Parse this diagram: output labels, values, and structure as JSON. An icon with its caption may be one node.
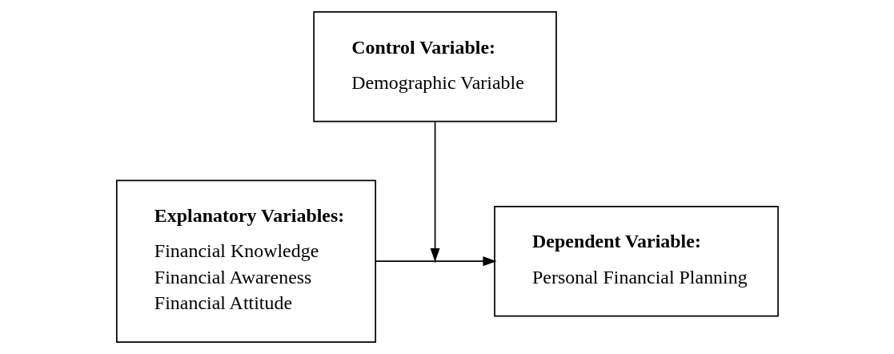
{
  "diagram": {
    "nodes": [
      {
        "text": [
          "Control Variable:",
          "Demographic Variable"
        ]
      },
      {
        "text": [
          "Explanatory Variables:",
          "Financial Knowledge",
          "Financial Awareness",
          "Financial Attitude"
        ]
      },
      {
        "text": [
          "Dependent Variable:",
          "Personal Financial Planning"
        ]
      }
    ],
    "edges": [
      {
        "from": 1,
        "to": 2,
        "arrow": "to"
      },
      {
        "from": 0,
        "to": null,
        "arrow": "to"
      }
    ]
  }
}
